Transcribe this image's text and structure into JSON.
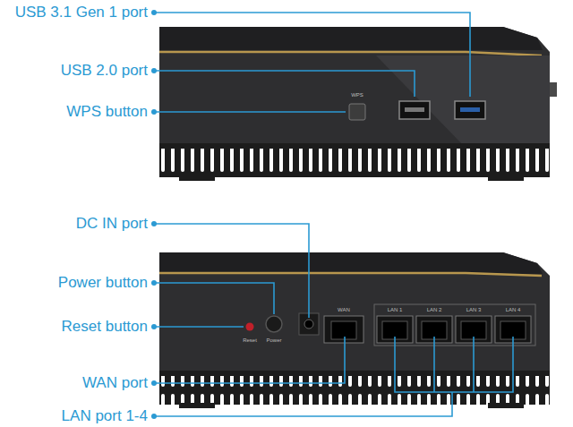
{
  "diagram": {
    "labels": [
      "USB 3.1 Gen 1 port",
      "USB 2.0 port",
      "WPS button",
      "DC IN port",
      "Power button",
      "Reset button",
      "WAN port",
      "LAN port 1-4",
      "WPS",
      "Reset",
      "Power",
      "WAN",
      "LAN 1",
      "LAN 2",
      "LAN 3",
      "LAN 4"
    ]
  }
}
